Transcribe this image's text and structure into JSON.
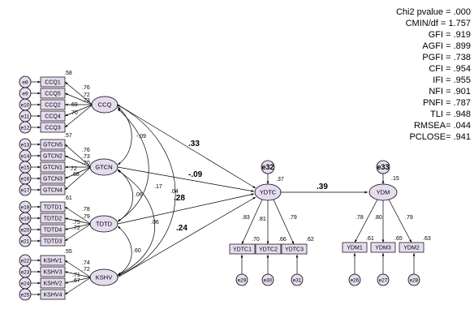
{
  "fit_stats": [
    "Chi2 pvalue = .000",
    "CMIN/df = 1.757",
    "GFI = .919",
    "AGFI = .899",
    "PGFI = .738",
    "CFI = .954",
    "IFI = .955",
    "NFI = .901",
    "PNFI = .787",
    "TLI = .948",
    "RMSEA= .044",
    "PCLOSE= .941"
  ],
  "latents": {
    "ccq": "CCQ",
    "gtcn": "GTCN",
    "tdtd": "TDTD",
    "kshv": "KSHV",
    "ydtc": "YDTC",
    "ydm": "YDM"
  },
  "indicators": {
    "ccq": [
      "CCQ1",
      "CCQ5",
      "CCQ2",
      "CCQ4",
      "CCQ3"
    ],
    "gtcn": [
      "GTCN5",
      "GTCN2",
      "GTCN1",
      "GTCN3",
      "GTCN4"
    ],
    "tdtd": [
      "TDTD1",
      "TDTD2",
      "TDTD4",
      "TDTD3"
    ],
    "kshv": [
      "KSHV1",
      "KSHV3",
      "KSHV2",
      "KSHV4"
    ],
    "ydtc": [
      "YDTC1",
      "YDTC2",
      "YDTC3"
    ],
    "ydm": [
      "YDM1",
      "YDM3",
      "YDM2"
    ]
  },
  "errors": {
    "ccq": [
      "e8",
      "e9",
      "e10",
      "e11",
      "e12"
    ],
    "gtcn": [
      "e13",
      "e14",
      "e15",
      "e16",
      "e17"
    ],
    "tdtd": [
      "e18",
      "e19",
      "e20",
      "e21"
    ],
    "kshv": [
      "e22",
      "e23",
      "e24",
      "e25"
    ],
    "ydtc": [
      "e29",
      "e30",
      "e31"
    ],
    "ydm": [
      "e26",
      "e27",
      "e28"
    ],
    "disturbance_ydtc": "e32",
    "disturbance_ydm": "e33"
  },
  "r_squared": {
    "ccq_block": ".58",
    "gtcn_block": ".57",
    "tdtd_block": ".61",
    "kshv_block": ".55",
    "ydtc": ".37",
    "ydm": ".15",
    "ydtc_items": [
      ".70",
      ".66",
      ".62"
    ],
    "ydm_items": [
      ".61",
      ".65",
      ".63"
    ]
  },
  "loadings": {
    "ccq": [
      ".76",
      ".72",
      ".73",
      ".69",
      ".70"
    ],
    "gtcn": [
      ".76",
      ".73",
      ".70",
      ".72",
      ".68"
    ],
    "tdtd": [
      ".78",
      ".79",
      ".75",
      ".72"
    ],
    "kshv": [
      ".74",
      ".72",
      ".71",
      ".67"
    ],
    "ydtc": [
      ".83",
      ".81",
      ".79"
    ],
    "ydm": [
      ".78",
      ".80",
      ".79"
    ]
  },
  "correlations": {
    "ccq_gtcn": "-.09",
    "ccq_tdtd": ".17",
    "ccq_kshv": ".04",
    "gtcn_tdtd": ".06",
    "gtcn_kshv": ".06",
    "tdtd_kshv": ".60"
  },
  "paths": {
    "ccq_ydtc": ".33",
    "gtcn_ydtc": "-.09",
    "tdtd_ydtc": ".28",
    "kshv_ydtc": ".24",
    "ydtc_ydm": ".39"
  },
  "colors": {
    "node_fill": "#e6dcf0",
    "stroke": "#000000"
  }
}
